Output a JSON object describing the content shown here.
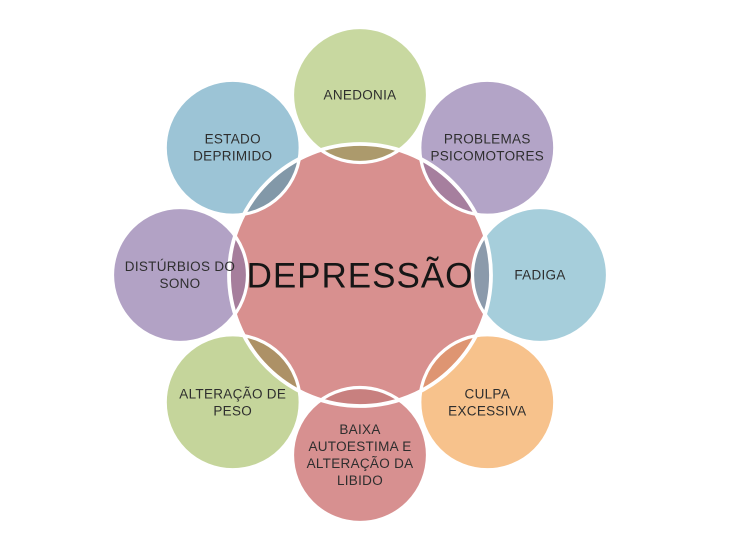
{
  "diagram": {
    "background": "#ffffff",
    "stroke_color": "#ffffff",
    "label_text_color": "#2e2e2e",
    "center": {
      "label": "DEPRESSÃO",
      "fill": "#d8908f",
      "text_color": "#161616"
    },
    "nodes": [
      {
        "id": "anedonia",
        "label": "ANEDONIA",
        "lines": [
          "ANEDONIA"
        ],
        "fill": "#c8d8a0",
        "overlap_fill": "#ac9a6c",
        "angle": -90
      },
      {
        "id": "problemas-psicomotores",
        "label": "PROBLEMAS PSICOMOTORES",
        "lines": [
          "PROBLEMAS",
          "PSICOMOTORES"
        ],
        "fill": "#b3a4c7",
        "overlap_fill": "#a67f9e",
        "angle": -45
      },
      {
        "id": "fadiga",
        "label": "FADIGA",
        "lines": [
          "FADIGA"
        ],
        "fill": "#a6cedb",
        "overlap_fill": "#8b9aab",
        "angle": 0
      },
      {
        "id": "culpa-excessiva",
        "label": "CULPA EXCESSIVA",
        "lines": [
          "CULPA",
          "EXCESSIVA"
        ],
        "fill": "#f7c28c",
        "overlap_fill": "#de9572",
        "angle": 45
      },
      {
        "id": "baixa-autoestima-libido",
        "label": "BAIXA AUTOESTIMA E ALTERAÇÃO DA LIBIDO",
        "lines": [
          "BAIXA",
          "AUTOESTIMA  E",
          "ALTERAÇÃO DA",
          "LIBIDO"
        ],
        "fill": "#d79090",
        "overlap_fill": "#c8807f",
        "angle": 90
      },
      {
        "id": "alteracao-de-peso",
        "label": "ALTERAÇÃO DE PESO",
        "lines": [
          "ALTERAÇÃO DE",
          "PESO"
        ],
        "fill": "#c5d59b",
        "overlap_fill": "#ad9166",
        "angle": 135
      },
      {
        "id": "disturbios-do-sono",
        "label": "DISTÚRBIOS DO SONO",
        "lines": [
          "DISTÚRBIOS DO",
          "SONO"
        ],
        "fill": "#b2a2c5",
        "overlap_fill": "#a67e9c",
        "angle": 180
      },
      {
        "id": "estado-deprimido",
        "label": "ESTADO DEPRIMIDO",
        "lines": [
          "ESTADO",
          "DEPRIMIDO"
        ],
        "fill": "#9cc4d6",
        "overlap_fill": "#8298a8",
        "angle": -135
      }
    ]
  }
}
